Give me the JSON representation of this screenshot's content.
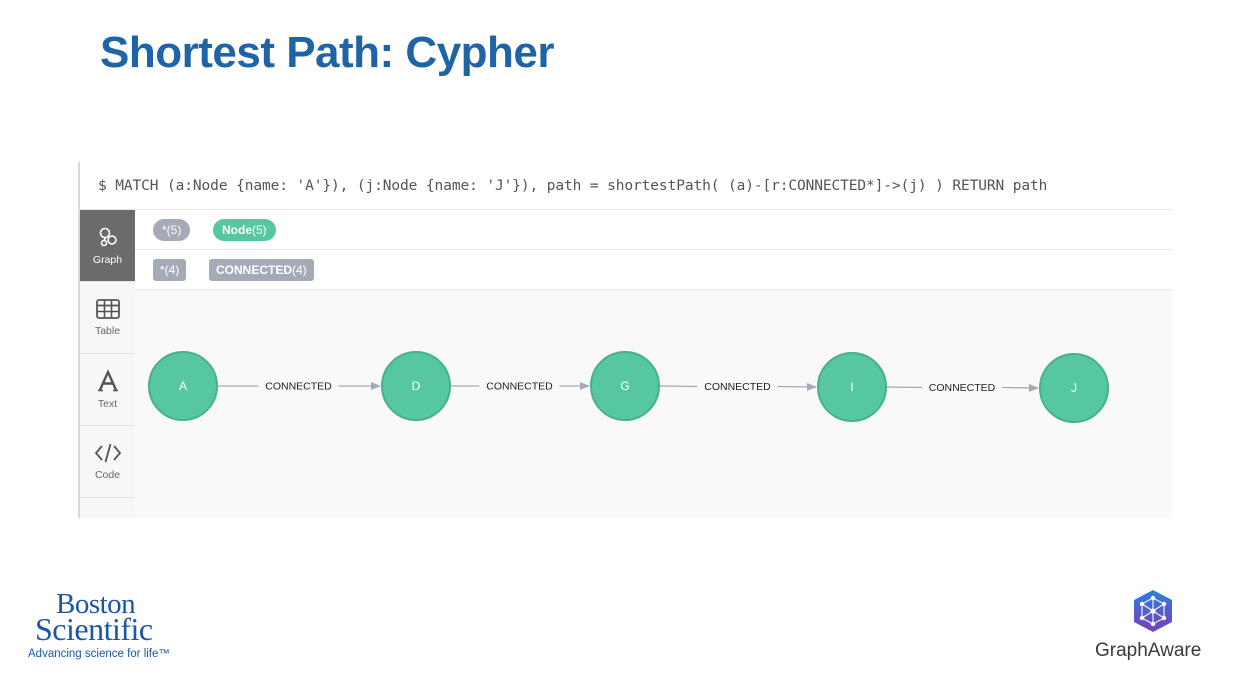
{
  "slide": {
    "title": "Shortest Path: Cypher"
  },
  "command": {
    "text": "$ MATCH (a:Node {name: 'A'}), (j:Node {name: 'J'}), path = shortestPath( (a)-[r:CONNECTED*]->(j) ) RETURN path"
  },
  "sidebar": {
    "tabs": [
      {
        "label": "Graph",
        "icon": "graph-icon",
        "active": true
      },
      {
        "label": "Table",
        "icon": "table-icon"
      },
      {
        "label": "Text",
        "icon": "text-icon"
      },
      {
        "label": "Code",
        "icon": "code-icon"
      }
    ]
  },
  "legend": {
    "nodes": [
      {
        "label": "*",
        "count": "(5)",
        "color": "#a5abb6"
      },
      {
        "label": "Node",
        "count": "(5)",
        "color": "#57c7a0"
      }
    ],
    "relationships": [
      {
        "label": "*",
        "count": "(4)",
        "color": "#a5abb6"
      },
      {
        "label": "CONNECTED",
        "count": "(4)",
        "color": "#a5abb6"
      }
    ]
  },
  "graph": {
    "node_color": "#57c7a0",
    "nodes": [
      "A",
      "D",
      "G",
      "I",
      "J"
    ],
    "relationships": [
      "CONNECTED",
      "CONNECTED",
      "CONNECTED",
      "CONNECTED"
    ]
  },
  "logos": {
    "boston_scientific": {
      "line1": "Boston",
      "line2": "Scientific",
      "tagline": "Advancing science for life™",
      "color": "#1a56a7"
    },
    "graphaware": {
      "name": "GraphAware",
      "icon": "graphaware-logo-icon"
    }
  }
}
